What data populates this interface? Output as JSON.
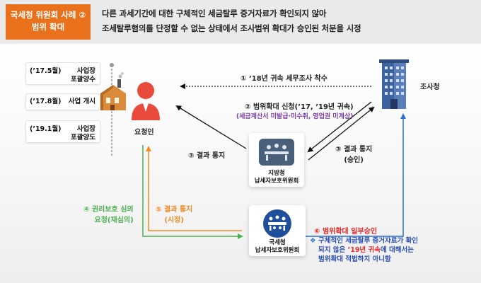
{
  "header": {
    "tag_line1": "국세청 위원회 사례 ②",
    "tag_line2": "범위 확대",
    "summary_line1": "다른 과세기간에 대한 구체적인 세금탈루 증거자료가 확인되지 않아",
    "summary_line2": "조세탈루혐의를 단정할 수 없는 상태에서 조사범위 확대가 승인된 처분을 시정"
  },
  "timeline": [
    {
      "date": "(’17.5월)",
      "event_line1": "사업장",
      "event_line2": "포괄양수"
    },
    {
      "date": "(’17.8월)",
      "event_line1": "사업 개시",
      "event_line2": ""
    },
    {
      "date": "(’19.1월)",
      "event_line1": "사업장",
      "event_line2": "포괄양도"
    }
  ],
  "actors": {
    "taxpayer": "요청인",
    "investigator": "조사청",
    "regional_committee_line1": "지방청",
    "regional_committee_line2": "납세자보호위원회",
    "national_committee_line1": "국세청",
    "national_committee_line2": "납세자보호위원회"
  },
  "steps": {
    "s1": "① ’18년 귀속 세무조사 착수",
    "s2": "② 범위확대 신청(’17, ’19년 귀속)",
    "s2_sub": "(세금계산서 미발급·미수취, 영업권 미계상)",
    "s3_left": "③ 결과 통지",
    "s3_right_line1": "③ 결과 통지",
    "s3_right_line2": "(승인)",
    "s4_line1": "④ 권리보호 심의",
    "s4_line2": "요청(재심의)",
    "s5_line1": "⑤ 결과 통지",
    "s5_line2": "(시정)",
    "s6_prefix": "⑥ 범위확대",
    "s6_emph": "일부승인"
  },
  "note": {
    "bullet": "❖",
    "line1": "구체적인 세금탈루 증거자료가 확인",
    "line2_pre": "되지 않은",
    "line2_emph": "’19년 귀속",
    "line2_post": "에 대해서는",
    "line3": "범위확대 적법하지 아니함"
  },
  "colors": {
    "accent_orange": "#e9711c",
    "taxpayer_red": "#e84a3c",
    "green_arrow": "#4caf50",
    "orange_arrow": "#f08a24",
    "blue_arrow": "#2b6fd0",
    "step6_red": "#e52b2b",
    "note_blue": "#2b4fb3"
  }
}
